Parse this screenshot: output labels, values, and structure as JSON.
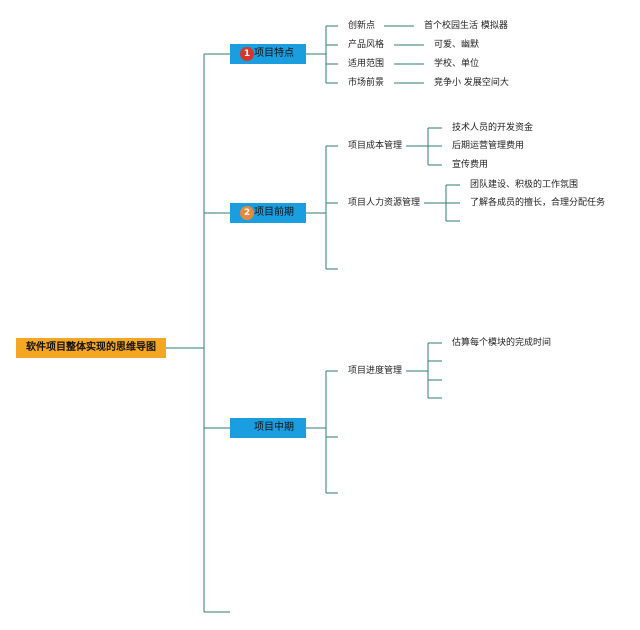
{
  "root": {
    "label": "软件项目整体实现的思维导图"
  },
  "branches": [
    {
      "label": "项目特点",
      "badge": "1",
      "badge_color": "#d9362b"
    },
    {
      "label": "项目前期",
      "badge": "2",
      "badge_color": "#e8883a"
    },
    {
      "label": "项目中期"
    }
  ],
  "features": [
    {
      "label": "创新点",
      "value": "首个校园生活 模拟器"
    },
    {
      "label": "产品风格",
      "value": "可爱、幽默"
    },
    {
      "label": "适用范围",
      "value": "学校、单位"
    },
    {
      "label": "市场前景",
      "value": "竞争小 发展空间大"
    }
  ],
  "early": [
    {
      "label": "项目成本管理",
      "children": [
        "技术人员的开发资金",
        "后期运营管理费用",
        "宣传费用"
      ]
    },
    {
      "label": "项目人力资源管理",
      "children": [
        "团队建设、积极的工作氛围",
        "了解各成员的擅长，合理分配任务"
      ]
    }
  ],
  "mid": [
    {
      "label": "项目进度管理",
      "children": [
        "估算每个模块的完成时间"
      ]
    }
  ],
  "colors": {
    "line": "#2e7d6e",
    "root": "#f5a623",
    "branch": "#1a9ee0"
  }
}
